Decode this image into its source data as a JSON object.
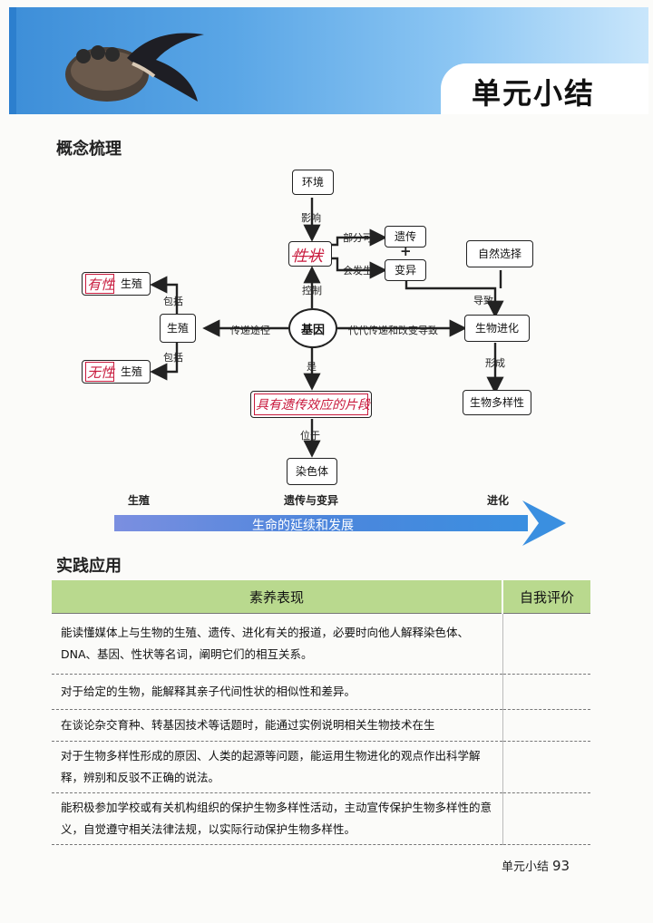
{
  "header": {
    "title": "单元小结"
  },
  "concept": {
    "heading": "概念梳理",
    "nodes": {
      "environment": "环境",
      "gene": "基因",
      "trait_handwritten": "性状",
      "heredity": "遗传",
      "plus": "+",
      "variation": "变异",
      "natural_selection": "自然选择",
      "evolution": "生物进化",
      "diversity": "生物多样性",
      "reproduction": "生殖",
      "sexual_reproduction_suffix": "生殖",
      "sexual_handwritten": "有性",
      "asexual_reproduction_suffix": "生殖",
      "asexual_handwritten": "无性",
      "definition_handwritten": "具有遗传效应的片段",
      "chromosome": "染色体"
    },
    "edges": {
      "influence": "影响",
      "partially": "部分可",
      "occurs": "会发生",
      "control": "控制",
      "includes_top": "包括",
      "includes_bottom": "包括",
      "transmission": "传递途径",
      "generational": "代代传递和改变导致",
      "lead_to": "导致",
      "form": "形成",
      "is": "是",
      "located_in": "位于"
    },
    "bar": {
      "label_left": "生殖",
      "label_mid": "遗传与变异",
      "label_right": "进化",
      "text": "生命的延续和发展"
    }
  },
  "practice": {
    "heading": "实践应用",
    "table": {
      "headers": [
        "素养表现",
        "自我评价"
      ],
      "rows": [
        "能读懂媒体上与生物的生殖、遗传、进化有关的报道，必要时向他人解释染色体、DNA、基因、性状等名词，阐明它们的相互关系。",
        "对于给定的生物，能解释其亲子代间性状的相似性和差异。",
        "在谈论杂交育种、转基因技术等话题时，能通过实例说明相关生物技术在生",
        "对于生物多样性形成的原因、人类的起源等问题，能运用生物进化的观点作出科学解释，辨别和反驳不正确的说法。",
        "能积极参加学校或有关机构组织的保护生物多样性活动，主动宣传保护生物多样性的意义，自觉遵守相关法律法规，以实际行动保护生物多样性。"
      ]
    }
  },
  "footer": {
    "label": "单元小结",
    "page": "93"
  },
  "colors": {
    "banner": "#3d8ed8",
    "table_header": "#b9d98e",
    "arrow": "#4a7fd6",
    "handwriting": "#c8193c"
  }
}
